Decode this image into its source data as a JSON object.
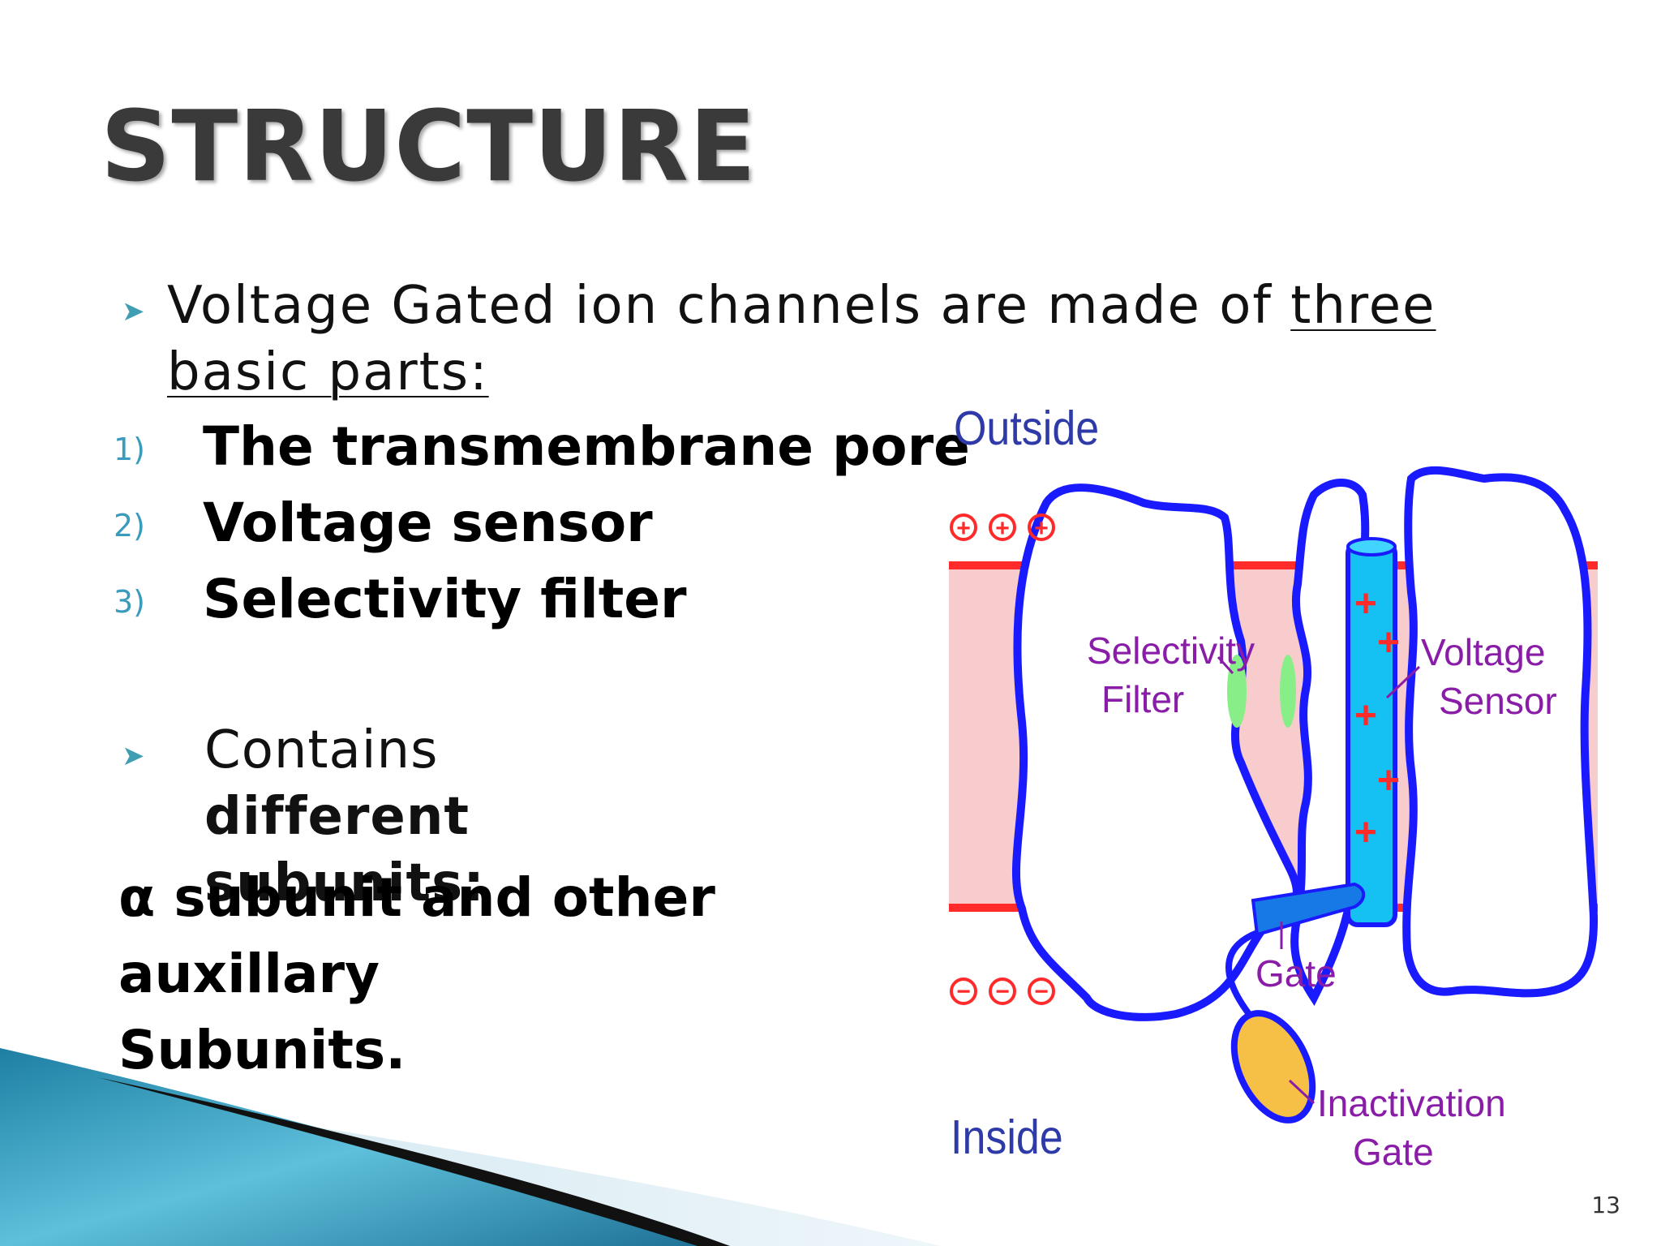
{
  "slide": {
    "title": "STRUCTURE",
    "intro_text": "Voltage Gated ion channels are made of ",
    "intro_underlined": "three basic parts:",
    "parts": [
      {
        "num": "1)",
        "label": "The transmembrane pore"
      },
      {
        "num": "2)",
        "label": "Voltage sensor"
      },
      {
        "num": "3)",
        "label": "Selectivity filter"
      }
    ],
    "contains_prefix": "Contains ",
    "contains_bold": "different subunits:",
    "alpha_line1": "α subunit and other auxillary",
    "alpha_line2": "Subunits.",
    "page_number": "13"
  },
  "diagram": {
    "outside_label": "Outside",
    "inside_label": "Inside",
    "selectivity_line1": "Selectivity",
    "selectivity_line2": "Filter",
    "voltage_line1": "Voltage",
    "voltage_line2": "Sensor",
    "gate_label": "Gate",
    "inactivation_line1": "Inactivation",
    "inactivation_line2": "Gate",
    "plus_symbol": "+",
    "minus_symbol": "−",
    "colors": {
      "outline": "#1a1aff",
      "membrane_fill": "#f8cccc",
      "membrane_edge": "#ff2a2a",
      "sensor": "#15c0f2",
      "gate": "#1679e6",
      "filter": "#88ee88",
      "inactivation": "#f5c045",
      "label_purple": "#8a1da8",
      "label_blue": "#2e3aa8"
    }
  }
}
